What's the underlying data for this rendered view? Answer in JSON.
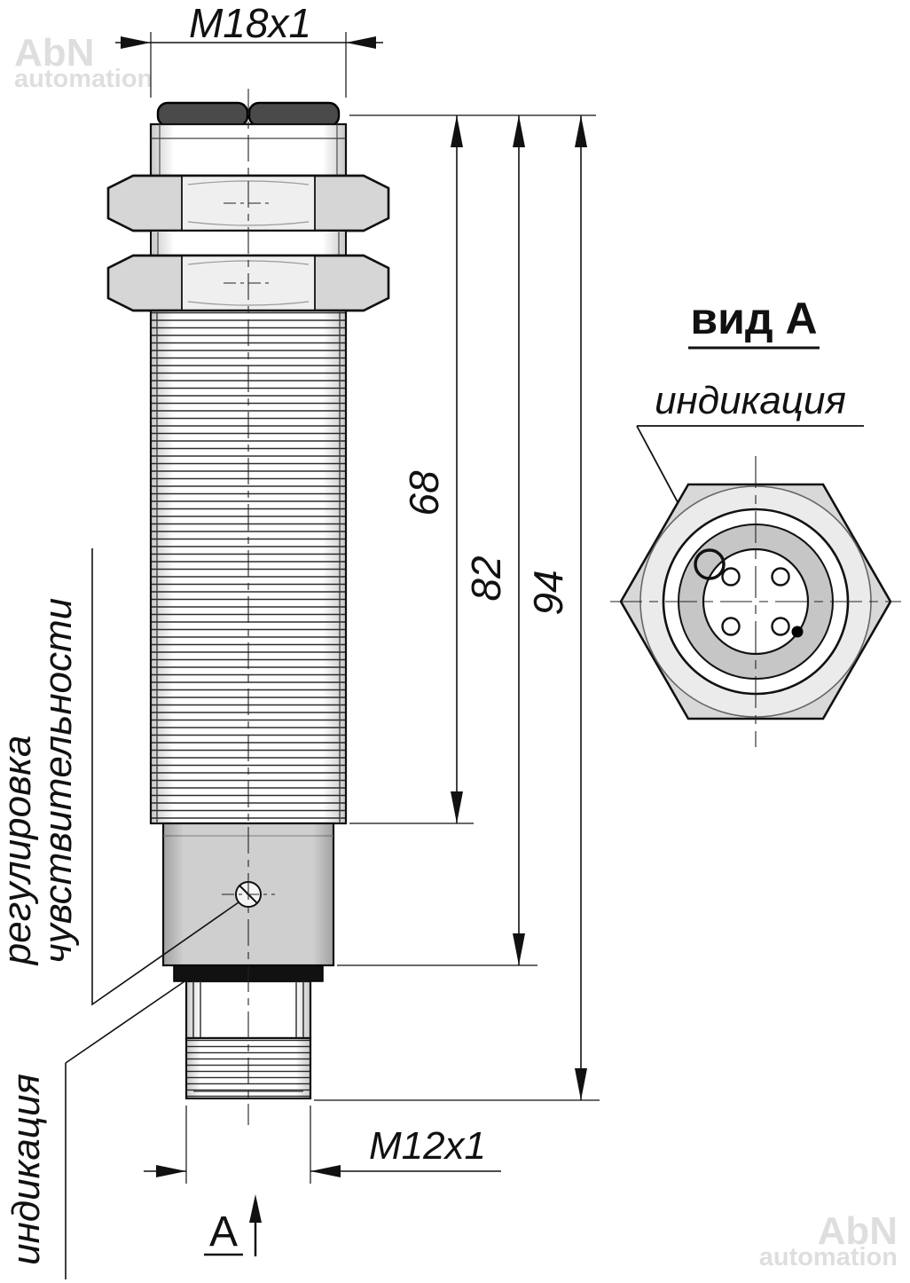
{
  "labels": {
    "thread_top": "M18x1",
    "dim_68": "68",
    "dim_82": "82",
    "dim_94": "94",
    "view_title": "вид А",
    "indication_right": "индикация",
    "adjustment_line1": "регулировка",
    "adjustment_line2": "чувствительности",
    "indication_left": "индикация",
    "thread_bottom": "M12x1",
    "view_arrow_label": "A"
  },
  "watermarks": {
    "top_left": {
      "line1": "AbN",
      "line2": "automation"
    },
    "bottom_right": {
      "line1": "AbN",
      "line2": "automation"
    }
  },
  "colors": {
    "line": "#1a1a1a",
    "metal_light": "#d8d8d8",
    "metal_mid": "#c6c6c6",
    "band_dark": "#111111",
    "background": "#ffffff"
  }
}
